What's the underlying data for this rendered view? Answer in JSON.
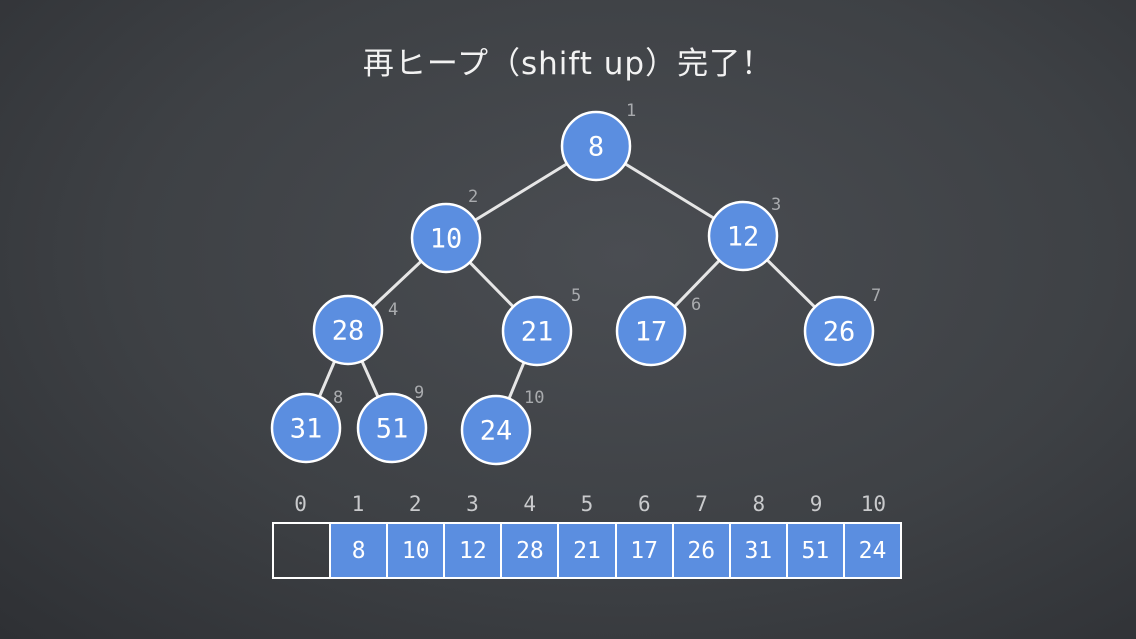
{
  "title": "再ヒープ（shift up）完了！",
  "heap": [
    {
      "index": "1",
      "value": "8"
    },
    {
      "index": "2",
      "value": "10"
    },
    {
      "index": "3",
      "value": "12"
    },
    {
      "index": "4",
      "value": "28"
    },
    {
      "index": "5",
      "value": "21"
    },
    {
      "index": "6",
      "value": "17"
    },
    {
      "index": "7",
      "value": "26"
    },
    {
      "index": "8",
      "value": "31"
    },
    {
      "index": "9",
      "value": "51"
    },
    {
      "index": "10",
      "value": "24"
    }
  ],
  "array": {
    "indices": [
      "0",
      "1",
      "2",
      "3",
      "4",
      "5",
      "6",
      "7",
      "8",
      "9",
      "10"
    ],
    "cells": [
      "",
      "8",
      "10",
      "12",
      "28",
      "21",
      "17",
      "26",
      "31",
      "51",
      "24"
    ]
  },
  "colors": {
    "node_fill": "#5b8ee0",
    "node_stroke": "#ffffff",
    "edge": "#e6e6e6",
    "background": "#3e4145"
  }
}
